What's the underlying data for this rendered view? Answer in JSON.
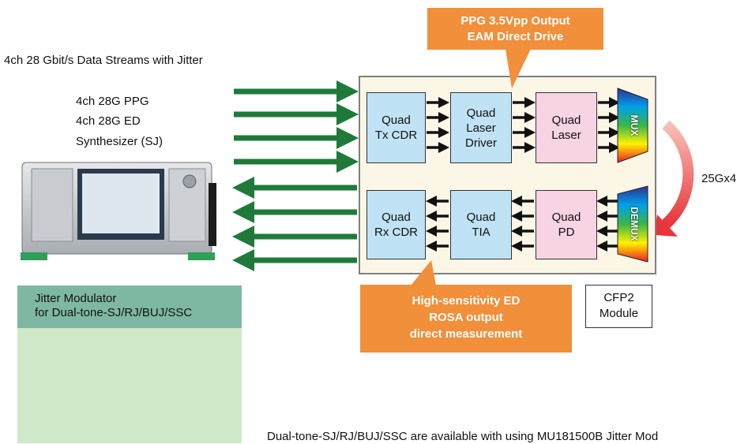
{
  "top_caption": "4ch 28 Gbit/s Data Streams with Jitter",
  "instrument_labels": [
    "4ch 28G PPG",
    "4ch 28G ED",
    "Synthesizer (SJ)"
  ],
  "jitter_modulator_label": "Jitter Modulator\nfor Dual-tone-SJ/RJ/BUJ/SSC",
  "callout_top": "PPG 3.5Vpp Output\nEAM Direct Drive",
  "callout_bottom": "High-sensitivity ED\nROSA output\ndirect measurement",
  "tx_blocks": [
    "Quad\nTx CDR",
    "Quad\nLaser\nDriver",
    "Quad\nLaser"
  ],
  "rx_blocks": [
    "Quad\nRx CDR",
    "Quad\nTIA",
    "Quad\nPD"
  ],
  "mux_label": "MUX",
  "demux_label": "DEMUX",
  "loop_label": "25Gx4",
  "module_label": "CFP2\nModule",
  "footnote": "Dual-tone-SJ/RJ/BUJ/SSC are available with using MU181500B Jitter Mod",
  "colors": {
    "arrow_green": "#1f7a3a",
    "callout_orange": "#f18f3b",
    "block_blue": "#bfe3f5",
    "block_pink": "#f7d3e3",
    "module_fill": "#fbf6e6",
    "panel_green": "#cfe8c8",
    "panel_head": "#7fb8a2",
    "loop_arrow": "#e8343a"
  }
}
